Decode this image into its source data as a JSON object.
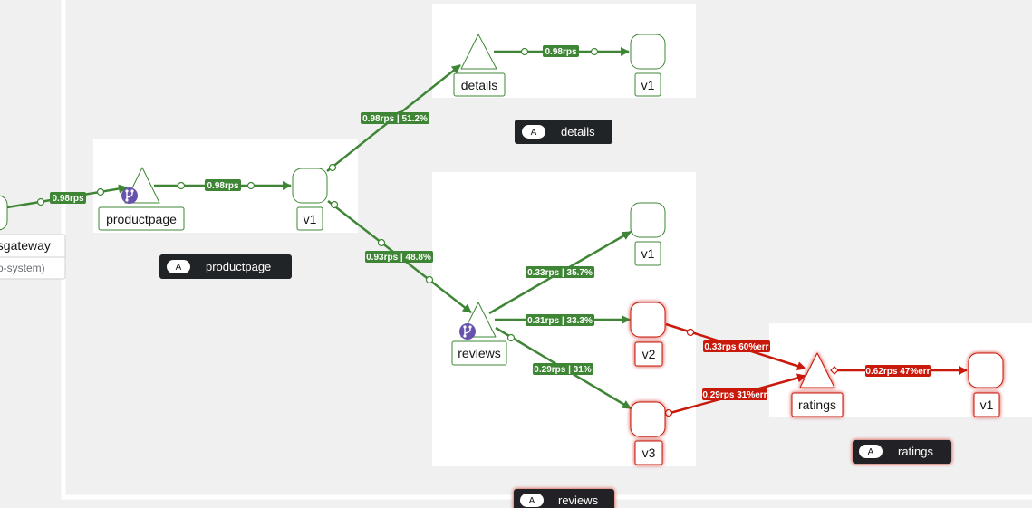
{
  "colors": {
    "healthy": "#3e8635",
    "error": "#c9190b",
    "box_dark": "#212427",
    "branch_badge": "#6753ac",
    "canvas": "#f0f0f0",
    "panel": "#ffffff"
  },
  "icons": {
    "branch": "code-branch-icon",
    "app_badge_letter": "A"
  },
  "app_boxes": {
    "productpage": "productpage",
    "details": "details",
    "reviews": "reviews",
    "ratings": "ratings"
  },
  "nodes": {
    "gateway": {
      "label": "essgateway",
      "namespace": "o-system)"
    },
    "productpage": "productpage",
    "productpage_v1": "v1",
    "details": "details",
    "details_v1": "v1",
    "reviews": "reviews",
    "reviews_v1": "v1",
    "reviews_v2": "v2",
    "reviews_v3": "v3",
    "ratings": "ratings",
    "ratings_v1": "v1"
  },
  "edges": {
    "gateway_to_productpage": "0.98rps",
    "productpage_to_v1": "0.98rps",
    "productpage_to_details": "0.98rps | 51.2%",
    "productpage_to_reviews": "0.93rps | 48.8%",
    "details_to_v1": "0.98rps",
    "reviews_to_v1": "0.33rps | 35.7%",
    "reviews_to_v2": "0.31rps | 33.3%",
    "reviews_to_v3": "0.29rps | 31%",
    "v2_to_ratings": "0.33rps 60%err",
    "v3_to_ratings": "0.29rps 31%err",
    "ratings_to_v1": "0.62rps 47%err"
  }
}
